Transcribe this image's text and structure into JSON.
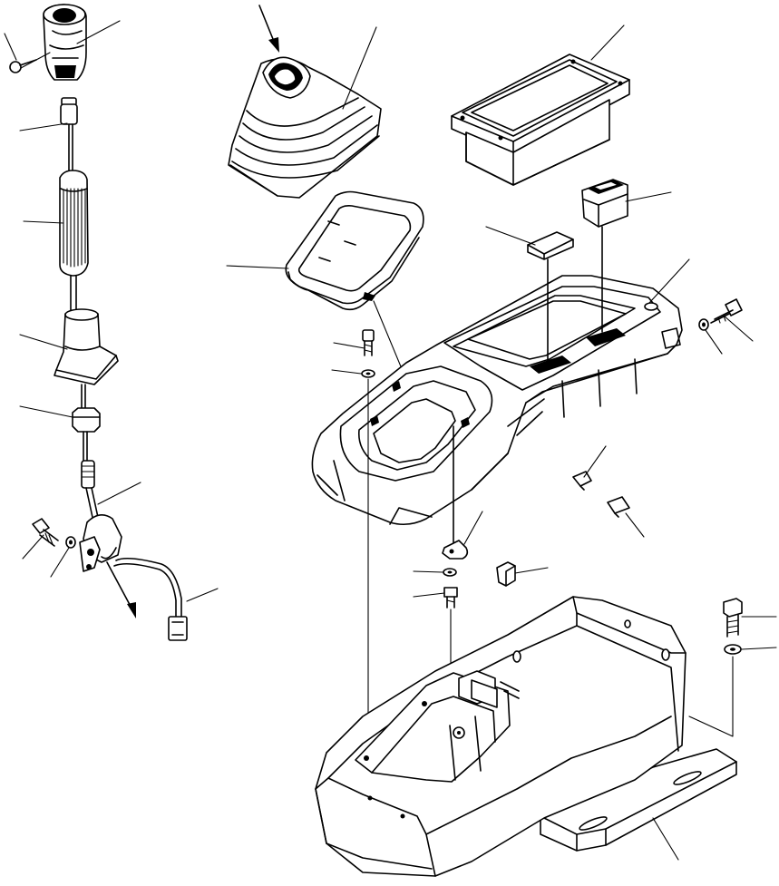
{
  "figure": {
    "kind": "exploded-parts-diagram",
    "callouts_unlabeled": true,
    "line_color": "#000000",
    "background_color": "#ffffff"
  },
  "parts": [
    {
      "id": "knob",
      "icon": "grip-knob"
    },
    {
      "id": "knob-screw",
      "icon": "screw"
    },
    {
      "id": "cable-end",
      "icon": "connector"
    },
    {
      "id": "grip",
      "icon": "knurled-grip"
    },
    {
      "id": "cable-boot",
      "icon": "boot"
    },
    {
      "id": "nut",
      "icon": "nut"
    },
    {
      "id": "lever-base",
      "icon": "lever"
    },
    {
      "id": "bolt-left",
      "icon": "bolt"
    },
    {
      "id": "washer-left",
      "icon": "washer"
    },
    {
      "id": "harness",
      "icon": "wire-harness"
    },
    {
      "id": "bellows-boot",
      "icon": "bellows"
    },
    {
      "id": "boot-frame",
      "icon": "frame"
    },
    {
      "id": "console-cover",
      "icon": "cover"
    },
    {
      "id": "storage-box",
      "icon": "box"
    },
    {
      "id": "switch",
      "icon": "rocker-switch"
    },
    {
      "id": "cap",
      "icon": "blank-cap"
    },
    {
      "id": "bolt-right",
      "icon": "bolt"
    },
    {
      "id": "washer-right",
      "icon": "washer"
    },
    {
      "id": "clip-a",
      "icon": "clip"
    },
    {
      "id": "clip-b",
      "icon": "clip"
    },
    {
      "id": "clamp",
      "icon": "clamp"
    },
    {
      "id": "bracket",
      "icon": "bracket"
    },
    {
      "id": "bolt-mid",
      "icon": "bolt"
    },
    {
      "id": "washer-mid",
      "icon": "washer"
    },
    {
      "id": "lower-housing",
      "icon": "housing"
    },
    {
      "id": "base-bolt",
      "icon": "bolt"
    },
    {
      "id": "base-washer",
      "icon": "washer"
    }
  ]
}
